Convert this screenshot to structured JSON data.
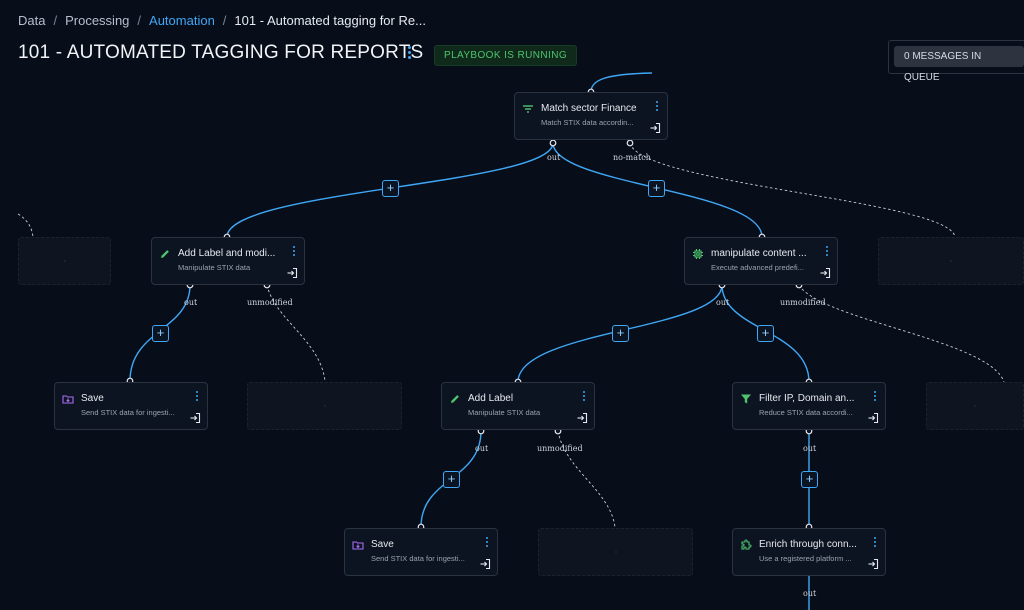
{
  "breadcrumb": {
    "items": [
      "Data",
      "Processing",
      "Automation",
      "101 - Automated tagging for Re..."
    ],
    "separator": "/"
  },
  "header": {
    "title": "101 - AUTOMATED TAGGING FOR REPORTS",
    "status": "PLAYBOOK IS RUNNING",
    "queue": "0 MESSAGES IN QUEUE"
  },
  "colors": {
    "background": "#070d19",
    "accent": "#3fa7f5",
    "status_green": "#4fc36e"
  },
  "ports": {
    "out": "out",
    "no_match": "no-match",
    "unmodified": "unmodified"
  },
  "add_button_symbol": "+",
  "nodes": [
    {
      "id": "match-sector",
      "title": "Match sector Finance",
      "description": "Match STIX data accordin...",
      "icon": "filter-lines-icon"
    },
    {
      "id": "add-label-1",
      "title": "Add Label and modi...",
      "description": "Manipulate STIX data",
      "icon": "pencil-icon"
    },
    {
      "id": "manipulate",
      "title": "manipulate content ...",
      "description": "Execute advanced predefi...",
      "icon": "cpu-icon"
    },
    {
      "id": "save-1",
      "title": "Save",
      "description": "Send STIX data for ingesti...",
      "icon": "folder-icon"
    },
    {
      "id": "add-label-2",
      "title": "Add Label",
      "description": "Manipulate STIX data",
      "icon": "pencil-icon"
    },
    {
      "id": "filter-ip",
      "title": "Filter IP, Domain an...",
      "description": "Reduce STIX data accordi...",
      "icon": "funnel-icon"
    },
    {
      "id": "save-2",
      "title": "Save",
      "description": "Send STIX data for ingesti...",
      "icon": "folder-icon"
    },
    {
      "id": "enrich",
      "title": "Enrich through conn...",
      "description": "Use a registered platform ...",
      "icon": "puzzle-icon"
    }
  ]
}
